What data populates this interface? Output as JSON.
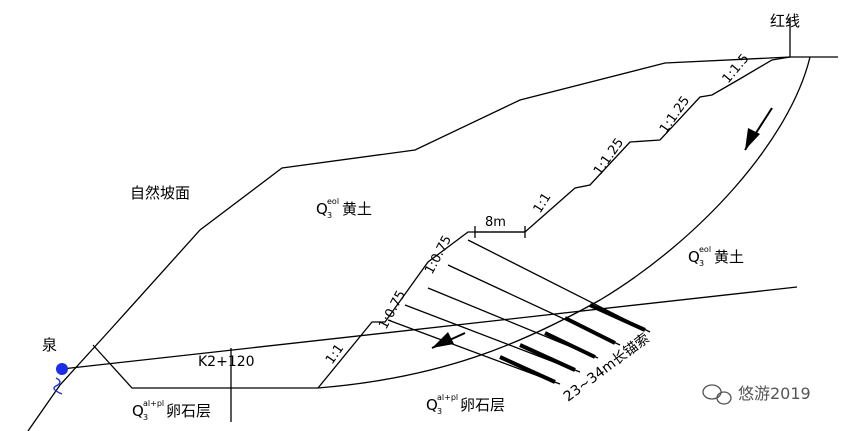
{
  "labels": {
    "red_line": "红线",
    "natural_slope": "自然坡面",
    "spring": "泉",
    "upper_soil": "Q",
    "upper_soil_sub": "3",
    "upper_soil_sup": "eol",
    "upper_soil_name": "黄土",
    "right_soil": "Q",
    "right_soil_sub": "3",
    "right_soil_sup": "eol",
    "right_soil_name": "黄土",
    "pebble_left": "Q",
    "pebble_left_sub": "3",
    "pebble_left_sup": "al+pl",
    "pebble_left_name": "卵石层",
    "pebble_mid": "Q",
    "pebble_mid_sub": "3",
    "pebble_mid_sup": "al+pl",
    "pebble_mid_name": "卵石层",
    "station": "K2+120",
    "bench_width": "8m",
    "anchors": "23~34m长锚索"
  },
  "slope_ratios": [
    "1:1.5",
    "1:1.25",
    "1:1.25",
    "1:1",
    "1:0.75",
    "1:0.75",
    "1:1"
  ],
  "watermark": {
    "icon": "wechat-icon",
    "text": "悠游2019"
  },
  "colors": {
    "line": "#000000",
    "spring": "#1a2ee6",
    "watermark": "#555555"
  }
}
